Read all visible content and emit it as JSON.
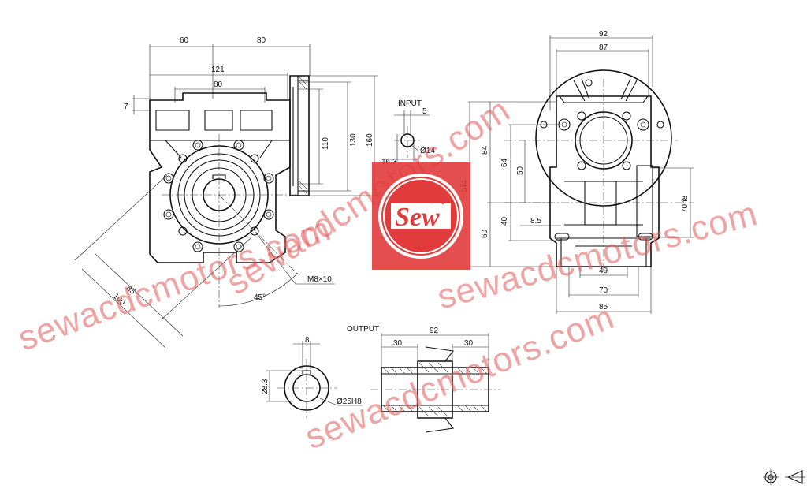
{
  "dimensions": {
    "left_60": "60",
    "left_80_top": "80",
    "left_121": "121",
    "left_80": "80",
    "left_7": "7",
    "left_110": "110",
    "left_130": "130",
    "left_160": "160",
    "left_85": "85",
    "left_100": "100",
    "left_m8": "M8×10",
    "left_45": "45°",
    "input_5": "5",
    "input_d14": "Ø14",
    "input_16_3": "16.3",
    "right_92": "92",
    "right_87": "87",
    "right_84": "84",
    "right_144": "144",
    "right_64": "64",
    "right_50": "50",
    "right_40": "40",
    "right_8_5": "8.5",
    "right_60": "60",
    "right_70h8": "70h8",
    "right_49": "49",
    "right_70": "70",
    "right_85": "85",
    "out_8": "8",
    "out_28_3": "28.3",
    "out_d25h8": "Ø25H8",
    "out_92": "92",
    "out_30a": "30",
    "out_30b": "30"
  },
  "labels": {
    "input": "INPUT",
    "output": "OUTPUT"
  },
  "watermark": {
    "text": "sewacdcmotors.com",
    "logo_text": "Sew",
    "color": "#e35b5b"
  },
  "icons": [
    "first-angle-projection-icon"
  ]
}
